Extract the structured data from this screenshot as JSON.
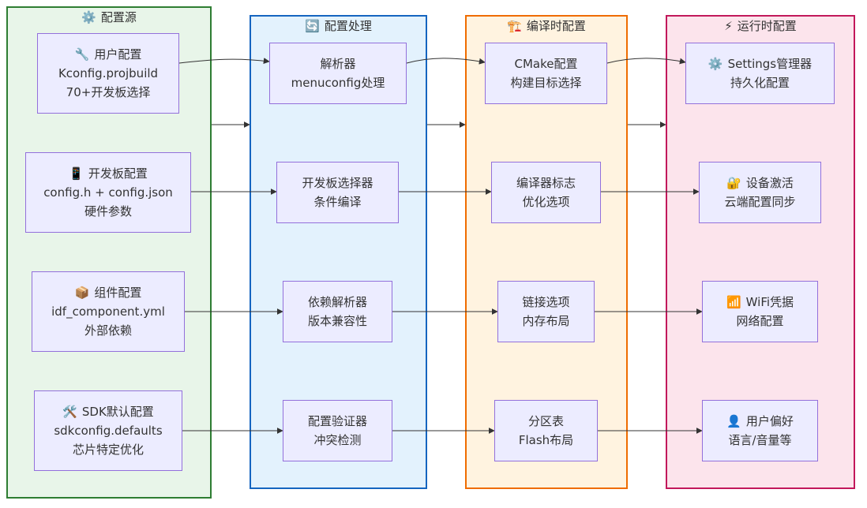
{
  "diagram": {
    "colors": {
      "node_fill": "#ececff",
      "node_border": "#9370db",
      "edge": "#333333",
      "source_fill": "#e8f5e9",
      "source_border": "#2e7d32",
      "process_fill": "#e3f2fd",
      "process_border": "#1565c0",
      "compile_fill": "#fff3e0",
      "compile_border": "#ef6c00",
      "runtime_fill": "#fce4ec",
      "runtime_border": "#c2185b"
    },
    "clusters": [
      {
        "id": "source",
        "icon": "⚙️",
        "icon_name": "gear-icon",
        "title": "配置源"
      },
      {
        "id": "process",
        "icon": "🔄",
        "icon_name": "refresh-icon",
        "title": "配置处理"
      },
      {
        "id": "compile",
        "icon": "🏗️",
        "icon_name": "construction-crane-icon",
        "title": "编译时配置"
      },
      {
        "id": "runtime",
        "icon": "⚡",
        "icon_name": "lightning-icon",
        "title": "运行时配置"
      }
    ],
    "nodes": {
      "user_config": {
        "icon": "🔧",
        "icon_name": "wrench-icon",
        "line1": "用户配置",
        "line2": "Kconfig.projbuild",
        "line3": "70+开发板选择"
      },
      "board_config": {
        "icon": "📱",
        "icon_name": "mobile-phone-icon",
        "line1": "开发板配置",
        "line2": "config.h + config.json",
        "line3": "硬件参数"
      },
      "component_config": {
        "icon": "📦",
        "icon_name": "package-icon",
        "line1": "组件配置",
        "line2": "idf_component.yml",
        "line3": "外部依赖"
      },
      "sdk_config": {
        "icon": "🛠️",
        "icon_name": "hammer-wrench-icon",
        "line1": "SDK默认配置",
        "line2": "sdkconfig.defaults",
        "line3": "芯片特定优化"
      },
      "parser": {
        "line1": "解析器",
        "line2": "menuconfig处理"
      },
      "board_selector": {
        "line1": "开发板选择器",
        "line2": "条件编译"
      },
      "dependency_resolver": {
        "line1": "依赖解析器",
        "line2": "版本兼容性"
      },
      "config_validator": {
        "line1": "配置验证器",
        "line2": "冲突检测"
      },
      "cmake_config": {
        "line1": "CMake配置",
        "line2": "构建目标选择"
      },
      "compiler_flags": {
        "line1": "编译器标志",
        "line2": "优化选项"
      },
      "linker_options": {
        "line1": "链接选项",
        "line2": "内存布局"
      },
      "partition_table": {
        "line1": "分区表",
        "line2": "Flash布局"
      },
      "settings_manager": {
        "icon": "⚙️",
        "icon_name": "gear-icon",
        "line1": "Settings管理器",
        "line2": "持久化配置"
      },
      "device_activation": {
        "icon": "🔐",
        "icon_name": "locked-with-key-icon",
        "line1": "设备激活",
        "line2": "云端配置同步"
      },
      "wifi_credentials": {
        "icon": "📶",
        "icon_name": "signal-bars-icon",
        "line1": "WiFi凭据",
        "line2": "网络配置"
      },
      "user_preferences": {
        "icon": "👤",
        "icon_name": "user-icon",
        "line1": "用户偏好",
        "line2": "语言/音量等"
      }
    },
    "edges": [
      {
        "from": "user_config",
        "to": "parser"
      },
      {
        "from": "parser",
        "to": "cmake_config"
      },
      {
        "from": "cmake_config",
        "to": "settings_manager"
      },
      {
        "from": "source",
        "to": "process"
      },
      {
        "from": "process",
        "to": "compile"
      },
      {
        "from": "compile",
        "to": "runtime"
      },
      {
        "from": "board_config",
        "to": "board_selector"
      },
      {
        "from": "board_selector",
        "to": "compiler_flags"
      },
      {
        "from": "compiler_flags",
        "to": "device_activation"
      },
      {
        "from": "component_config",
        "to": "dependency_resolver"
      },
      {
        "from": "dependency_resolver",
        "to": "linker_options"
      },
      {
        "from": "linker_options",
        "to": "wifi_credentials"
      },
      {
        "from": "sdk_config",
        "to": "config_validator"
      },
      {
        "from": "config_validator",
        "to": "partition_table"
      },
      {
        "from": "partition_table",
        "to": "user_preferences"
      }
    ]
  }
}
